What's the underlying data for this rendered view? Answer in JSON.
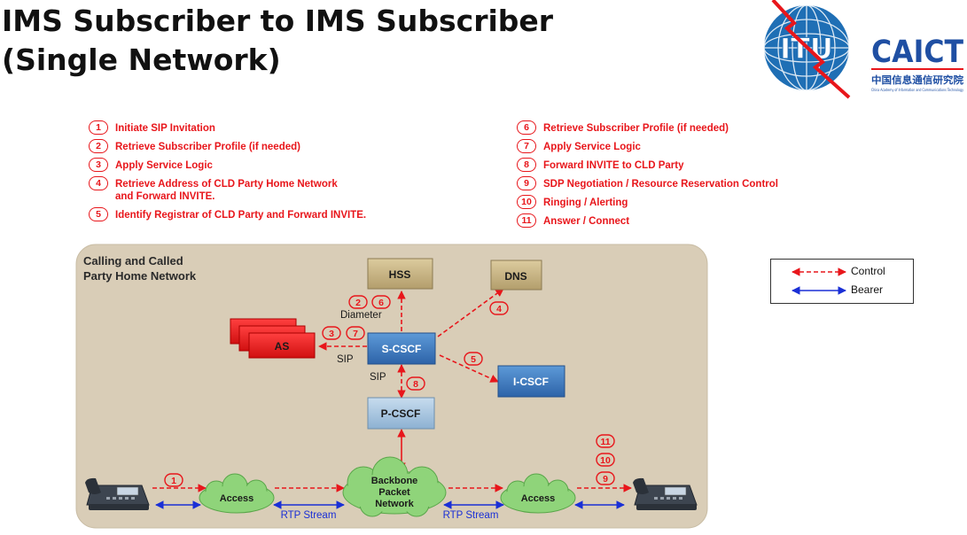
{
  "slide": {
    "title_line1": "IMS Subscriber to IMS Subscriber",
    "title_line2": "(Single Network)"
  },
  "logos": {
    "itu": "ITU",
    "caict": "CAICT",
    "caict_cn": "中国信息通信研究院",
    "caict_en": "China Academy of Information and Communications Technology"
  },
  "steps_left": [
    {
      "num": "1",
      "label": "Initiate SIP Invitation"
    },
    {
      "num": "2",
      "label": "Retrieve Subscriber Profile (if needed)"
    },
    {
      "num": "3",
      "label": "Apply Service Logic"
    },
    {
      "num": "4",
      "label": "Retrieve Address of CLD Party Home Network\nand Forward INVITE."
    },
    {
      "num": "5",
      "label": "Identify Registrar of CLD Party and Forward INVITE."
    }
  ],
  "steps_right": [
    {
      "num": "6",
      "label": "Retrieve Subscriber Profile (if needed)"
    },
    {
      "num": "7",
      "label": "Apply Service Logic"
    },
    {
      "num": "8",
      "label": "Forward INVITE to CLD Party"
    },
    {
      "num": "9",
      "label": "SDP Negotiation / Resource Reservation Control"
    },
    {
      "num": "10",
      "label": "Ringing / Alerting"
    },
    {
      "num": "11",
      "label": "Answer / Connect"
    }
  ],
  "network": {
    "area_label_line1": "Calling and Called",
    "area_label_line2": "Party Home Network",
    "nodes": {
      "hss": "HSS",
      "dns": "DNS",
      "as": "AS",
      "scscf": "S-CSCF",
      "icscf": "I-CSCF",
      "pcscf": "P-CSCF"
    },
    "clouds": {
      "access_left": "Access",
      "backbone_line1": "Backbone",
      "backbone_line2": "Packet",
      "backbone_line3": "Network",
      "access_right": "Access"
    },
    "labels": {
      "diameter": "Diameter",
      "sip_as": "SIP",
      "sip_pcscf": "SIP",
      "rtp_left": "RTP Stream",
      "rtp_right": "RTP Stream"
    },
    "markers": {
      "m1": "1",
      "m2": "2",
      "m6": "6",
      "m3": "3",
      "m7": "7",
      "m4": "4",
      "m5": "5",
      "m8": "8",
      "m11": "11",
      "m10": "10",
      "m9": "9"
    }
  },
  "legend": {
    "control": "Control",
    "bearer": "Bearer"
  },
  "colors": {
    "control": "#e8161b",
    "bearer": "#1a2fd6",
    "network_bg": "#d9cdb7",
    "node_tan": "#c8b68a",
    "node_blue": "#3f7fc8",
    "node_lightblue": "#a9c6de",
    "cloud_green": "#8fd47a"
  }
}
